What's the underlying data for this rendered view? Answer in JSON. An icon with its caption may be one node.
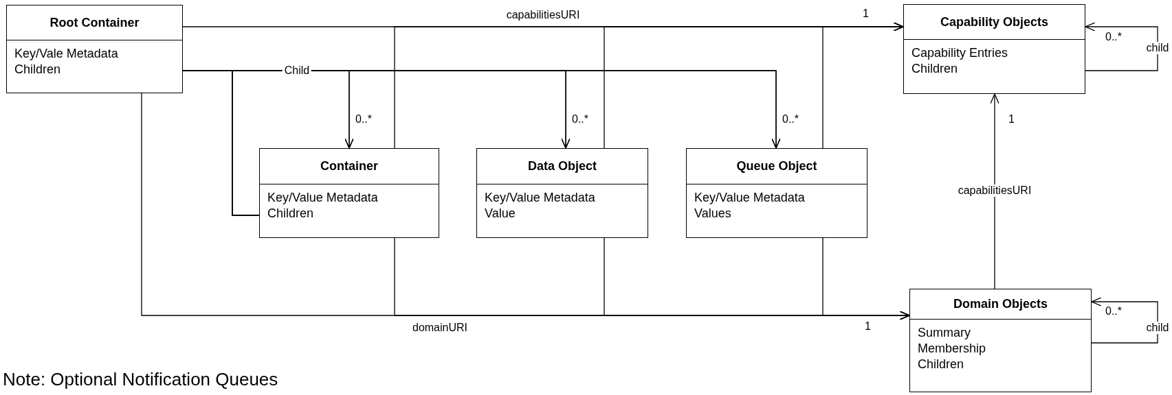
{
  "diagram": {
    "nodes": [
      {
        "text": [
          "Root Container",
          "Key/Vale Metadata",
          "Children"
        ]
      },
      {
        "text": [
          "Capability Objects",
          "Capability Entries",
          "Children"
        ]
      },
      {
        "text": [
          "Container",
          "Key/Value Metadata",
          "Children"
        ]
      },
      {
        "text": [
          "Data Object",
          "Key/Value Metadata",
          "Value"
        ]
      },
      {
        "text": [
          "Queue Object",
          "Key/Value Metadata",
          "Values"
        ]
      },
      {
        "text": [
          "Domain Objects",
          "Summary",
          "Membership",
          "Children"
        ]
      }
    ],
    "edges": [
      {
        "from": 0,
        "to": 1,
        "arrow": "to",
        "label": "capabilitiesURI"
      },
      {
        "from": 2,
        "to": 1,
        "arrow": "to"
      },
      {
        "from": 3,
        "to": 1,
        "arrow": "to"
      },
      {
        "from": 4,
        "to": 1,
        "arrow": "to"
      },
      {
        "from": 0,
        "to": 2,
        "arrow": "to",
        "label": "Child"
      },
      {
        "from": 0,
        "to": 3,
        "arrow": "to"
      },
      {
        "from": 0,
        "to": 4,
        "arrow": "to"
      },
      {
        "from": 2,
        "to": 2,
        "arrow": "to"
      },
      {
        "from": 2,
        "to": 3,
        "arrow": "to"
      },
      {
        "from": 2,
        "to": 4,
        "arrow": "to"
      },
      {
        "from": 0,
        "to": 5,
        "arrow": "to",
        "label": "domainURI"
      },
      {
        "from": 2,
        "to": 5,
        "arrow": "to"
      },
      {
        "from": 3,
        "to": 5,
        "arrow": "to"
      },
      {
        "from": 4,
        "to": 5,
        "arrow": "to"
      },
      {
        "from": 5,
        "to": 1,
        "arrow": "to",
        "label": "capabilitiesURI"
      },
      {
        "from": 1,
        "to": 1,
        "arrow": "to",
        "label": "child"
      },
      {
        "from": 5,
        "to": 5,
        "arrow": "to",
        "label": "child"
      }
    ],
    "labels": [
      "1",
      "0..*",
      "0..*",
      "0..*",
      "1",
      "0..*",
      "1",
      "0..*",
      "Note: Optional Notification Queues"
    ]
  }
}
